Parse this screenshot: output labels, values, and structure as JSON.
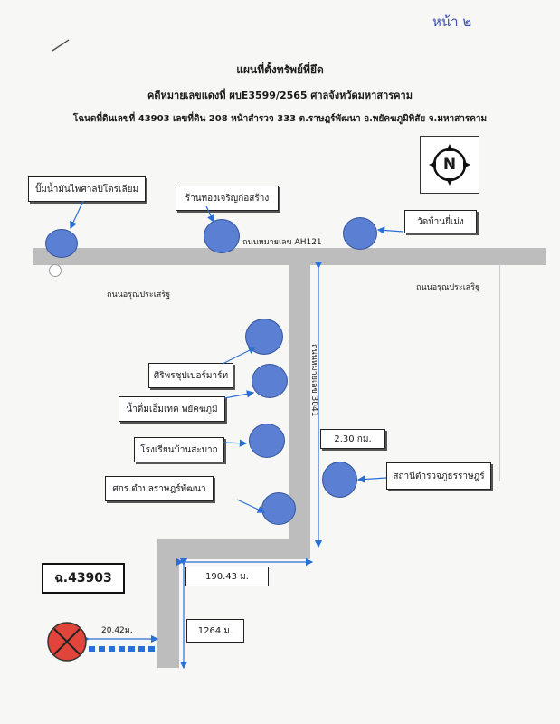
{
  "page_number": "หน้า ๒",
  "header": {
    "title": "แผนที่ตั้งทรัพย์ที่ยึด",
    "case_line": "คดีหมายเลขแดงที่ ผบE3599/2565 ศาลจังหวัดมหาสารคาม",
    "deed_line": "โฉนดที่ดินเลขที่ 43903  เลขที่ดิน 208 หน้าสำรวจ 333  ต.ราษฎร์พัฒนา  อ.พยัคฆภูมิพิสัย  จ.มหาสารคาม"
  },
  "compass": {
    "letter": "N"
  },
  "landmarks": {
    "gas_station": "ปั๊มน้ำมันไพศาลปิโตรเลียม",
    "gold_shop": "ร้านทองเจริญก่อสร้าง",
    "temple": "วัดบ้านยี่เม่ง",
    "supermarket": "ศิริพรซุปเปอร์มาร์ท",
    "water_plant": "น้ำดื่มเอ็มเทค พยัคฆภูมิ",
    "school": "โรงเรียนบ้านสะบาก",
    "child_center": "ศกร.ตำบลราษฎร์พัฒนา",
    "police": "สถานีตำรวจภูธรราษฎร์"
  },
  "roads": {
    "highway": "ถนนหมายเลข AH121",
    "west_road": "ถนนอรุณประเสริฐ",
    "east_road": "ถนนอรุณประเสริฐ",
    "side_road": "ถนนหมายเลข 3041"
  },
  "distances": {
    "road_3041": "2.30 กม.",
    "horizontal": "190.43 ม.",
    "vertical": "1264 ม.",
    "dotted": "20.42ม."
  },
  "parcel": {
    "label": "ฉ.43903"
  },
  "colors": {
    "marker_blue": "#5b7fd3",
    "target_red": "#e0443a",
    "road_gray": "#bdbdbd",
    "arrow_blue": "#2a6fd6"
  }
}
